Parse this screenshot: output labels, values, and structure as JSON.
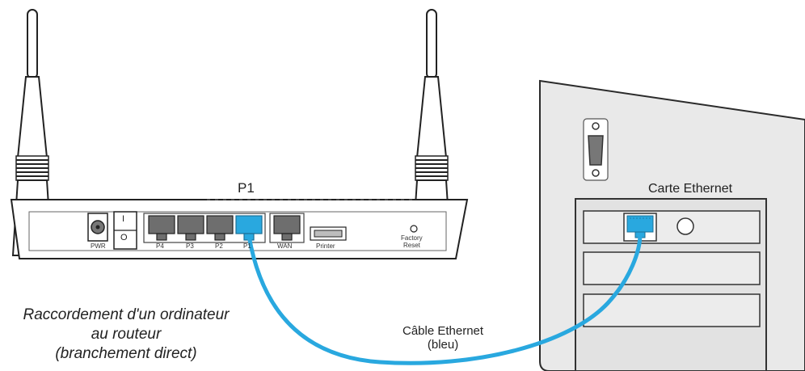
{
  "router": {
    "top_label": "P1",
    "ports": {
      "pwr": "PWR",
      "p4": "P4",
      "p3": "P3",
      "p2": "P2",
      "p1": "P1",
      "wan": "WAN",
      "printer": "Printer",
      "factory_reset_line1": "Factory",
      "factory_reset_line2": "Reset"
    },
    "switch_on_mark": "I",
    "switch_off_mark": "O"
  },
  "computer": {
    "card_label": "Carte Ethernet"
  },
  "cable": {
    "label_line1": "Câble Ethernet",
    "label_line2": "(bleu)",
    "color": "#29a8df"
  },
  "caption": {
    "line1": "Raccordement d'un ordinateur",
    "line2": "au routeur",
    "line3": "(branchement direct)"
  }
}
